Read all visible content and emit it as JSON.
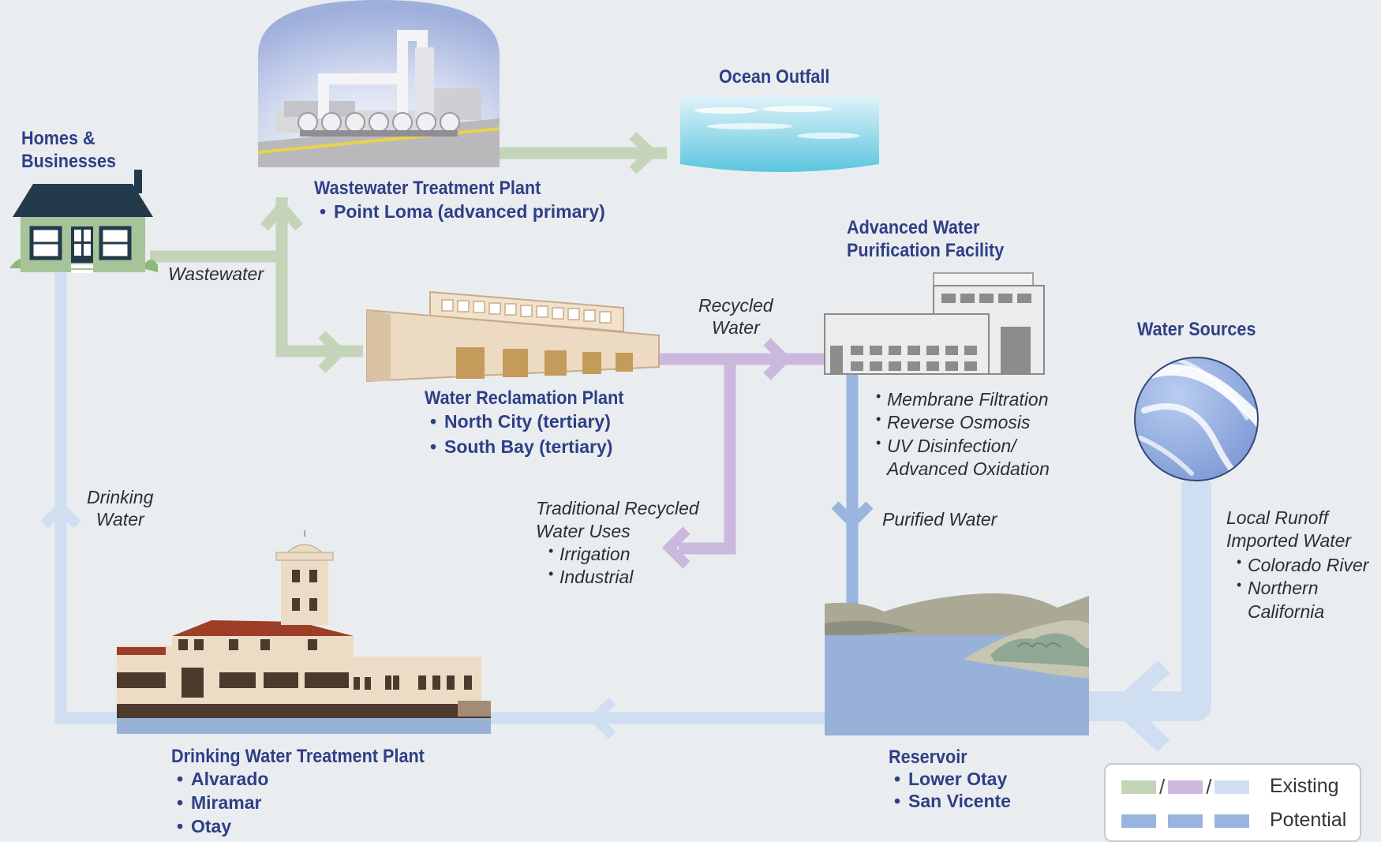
{
  "colors": {
    "wastewater_flow": "#c3d4b8",
    "recycled_flow": "#cbb9dd",
    "drinking_flow": "#cfdff1",
    "purified_flow": "#99b5df",
    "title_text": "#2f3f86"
  },
  "nodes": {
    "homes": {
      "title": "Homes &\nBusinesses",
      "icon": "house-icon"
    },
    "wastewater_plant": {
      "title": "Wastewater Treatment Plant",
      "items": [
        "Point Loma (advanced primary)"
      ],
      "icon": "treatment-plant-icon"
    },
    "ocean": {
      "title": "Ocean Outfall",
      "icon": "ocean-icon"
    },
    "reclamation_plant": {
      "title": "Water Reclamation Plant",
      "items": [
        "North City (tertiary)",
        "South Bay (tertiary)"
      ],
      "icon": "reclamation-plant-icon"
    },
    "purification": {
      "title": "Advanced Water\nPurification Facility",
      "steps": [
        "Membrane Filtration",
        "Reverse Osmosis",
        "UV Disinfection/\nAdvanced Oxidation"
      ],
      "icon": "purification-facility-icon"
    },
    "water_sources": {
      "title": "Water Sources",
      "icon": "globe-icon",
      "note": "Local Runoff\nImported Water",
      "items": [
        "Colorado River",
        "Northern\nCalifornia"
      ]
    },
    "reservoir": {
      "title": "Reservoir",
      "items": [
        "Lower Otay",
        "San Vicente"
      ],
      "icon": "reservoir-icon"
    },
    "drinking_plant": {
      "title": "Drinking Water Treatment Plant",
      "items": [
        "Alvarado",
        "Miramar",
        "Otay"
      ],
      "icon": "drinking-plant-icon"
    }
  },
  "flow_labels": {
    "wastewater": "Wastewater",
    "recycled": "Recycled\nWater",
    "purified": "Purified Water",
    "drinking": "Drinking\nWater",
    "traditional": "Traditional Recycled\nWater Uses",
    "traditional_items": [
      "Irrigation",
      "Industrial"
    ]
  },
  "legend": {
    "existing": "Existing",
    "potential": "Potential"
  }
}
